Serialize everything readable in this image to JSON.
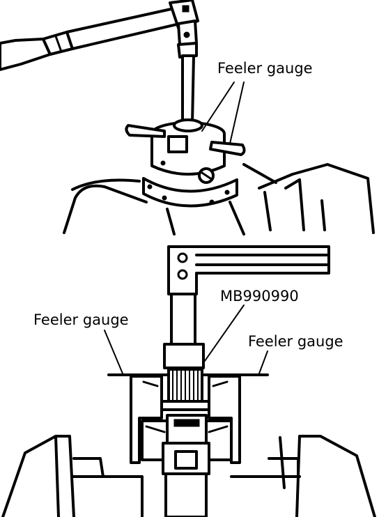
{
  "top_figure": {
    "label": "Feeler gauge"
  },
  "bottom_figure": {
    "tool_label": "MB990990",
    "left_label": "Feeler gauge",
    "right_label": "Feeler gauge"
  }
}
